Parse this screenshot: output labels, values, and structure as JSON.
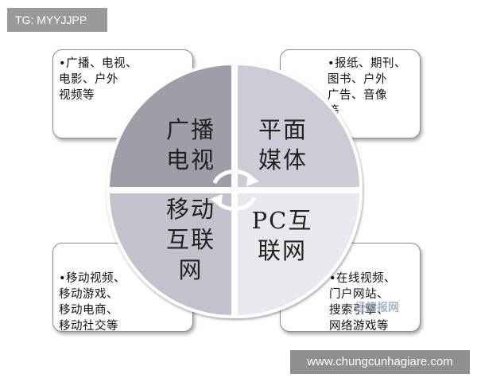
{
  "tag": "TG: MYYJJPP",
  "watermark": "www.chungcunhagiare.com",
  "logo_text": "经情报网",
  "quadrants": {
    "tl": "广播\n电视",
    "tr": "平面\n媒体",
    "bl": "移动\n互联\n网",
    "br": "PC互\n联网"
  },
  "boxes": {
    "tl": "•广播、电视、\n电影、户外\n视频等",
    "tr": "•报纸、期刊、\n图书、户外\n广告、音像\n等",
    "bl": "•移动视频、\n移动游戏、\n移动电商、\n移动社交等",
    "br": "•在线视频、\n门户网站、\n搜索引擎、\n网络游戏等"
  },
  "colors": {
    "tl": "#9c9ea8",
    "tr": "#cbccd6",
    "bl": "#c0c2cc",
    "br": "#e8e9ee"
  }
}
